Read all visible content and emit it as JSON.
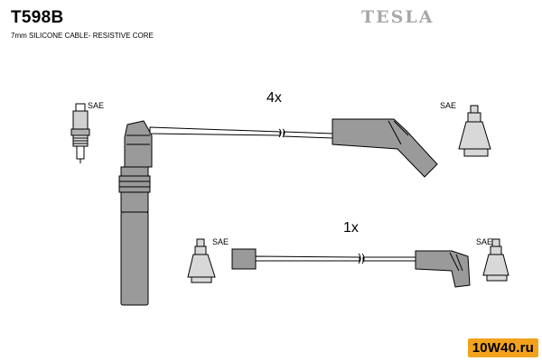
{
  "header": {
    "part_number": "T598B",
    "subtitle": "7mm SILICONE CABLE- RESISTIVE CORE",
    "brand_logo": "TESLA"
  },
  "labels": {
    "qty_long": "4x",
    "qty_short": "1x",
    "sae": "SAE"
  },
  "watermark": "10W40.ru",
  "colors": {
    "boot_fill": "#9a9a9a",
    "stroke": "#000000",
    "brand": "#a8a8a8",
    "watermark_bg": "#f2a21c"
  }
}
